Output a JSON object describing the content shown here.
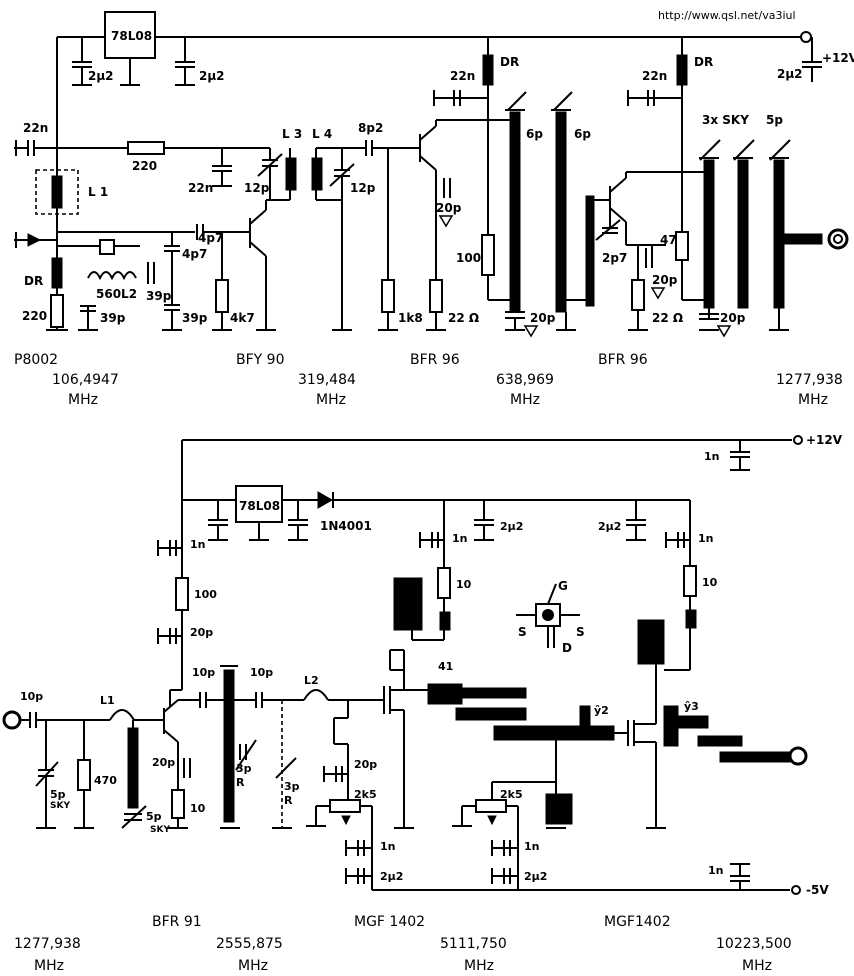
{
  "url": "http://www.qsl.net/va3iul",
  "supply": {
    "pos_top": "+12V",
    "pos_bottom": "+12V",
    "neg_bottom": "-5V"
  },
  "regulators": {
    "top": "78L08",
    "bottom": "78L08"
  },
  "diode": "1N4001",
  "gate_pinout": {
    "g": "G",
    "s_left": "S",
    "s_right": "S",
    "d": "D"
  },
  "devices_top": [
    {
      "name": "P8002",
      "freq": "106,4947",
      "unit": "MHz"
    },
    {
      "name": "BFY 90",
      "freq": "319,484",
      "unit": "MHz"
    },
    {
      "name": "BFR 96",
      "freq": "638,969",
      "unit": "MHz"
    },
    {
      "name": "BFR 96",
      "freq": "",
      "unit": ""
    },
    {
      "name": "",
      "freq": "1277,938",
      "unit": "MHz"
    }
  ],
  "devices_bottom": [
    {
      "name": "",
      "freq": "1277,938",
      "unit": "MHz"
    },
    {
      "name": "BFR 91",
      "freq": "2555,875",
      "unit": "MHz"
    },
    {
      "name": "MGF 1402",
      "freq": "5111,750",
      "unit": "MHz"
    },
    {
      "name": "MGF1402",
      "freq": "",
      "unit": ""
    },
    {
      "name": "",
      "freq": "10223,500",
      "unit": "MHz"
    }
  ],
  "labels_top": {
    "c_2u2_a": "2μ2",
    "c_2u2_b": "2μ2",
    "c_2u2_c": "2μ2",
    "c_22n_a": "22n",
    "c_22n_b": "22n",
    "c_22n_c": "22n",
    "c_22n_d": "22n",
    "r_220_a": "220",
    "r_220_b": "220",
    "c_12p_a": "12p",
    "c_12p_b": "12p",
    "l3": "L 3",
    "l4": "L 4",
    "l1": "L 1",
    "c_8p2": "8p2",
    "dr_a": "DR",
    "dr_b": "DR",
    "dr_c": "DR",
    "c_4p7_a": "4p7",
    "c_4p7_b": "4p7",
    "l_560": "560L2",
    "c_39p_a": "39p",
    "c_39p_b": "39p",
    "c_39p_c": "39p",
    "r_4k7": "4k7",
    "r_1k8": "1k8",
    "r_22_a": "22 Ω",
    "r_22_b": "22 Ω",
    "c_20p_a": "20p",
    "c_20p_b": "20p",
    "c_20p_c": "20p",
    "c_20p_d": "20p",
    "c_6p_a": "6p",
    "c_6p_b": "6p",
    "r_100": "100",
    "r_47": "47",
    "c_2p7": "2p7",
    "sky": "3x  SKY",
    "c_5p": "5p"
  },
  "labels_bottom": {
    "c_1n_a": "1n",
    "c_1n_b": "1n",
    "c_1n_c": "1n",
    "c_1n_d": "1n",
    "c_1n_e": "1n",
    "c_1n_f": "1n",
    "c_1n_g": "1n",
    "c_2u2_a": "2μ2",
    "c_2u2_b": "2μ2",
    "c_2u2_c": "2μ2",
    "c_2u2_d": "2μ2",
    "r_100": "100",
    "c_20p_a": "20p",
    "c_20p_b": "20p",
    "c_20p_c": "20p",
    "c_10p_a": "10p",
    "c_10p_b": "10p",
    "c_10p_c": "10p",
    "l1": "L1",
    "l2": "L2",
    "r_470": "470",
    "c_5p_a": "5p",
    "c_5p_b": "5p",
    "sky_a": "SKY",
    "sky_b": "SKY",
    "r_10_a": "10",
    "r_10_b": "10",
    "r_10_c": "10",
    "c_3p_a": "3p",
    "c_3p_b": "3p",
    "r_a": "R",
    "r_b": "R",
    "pot_a": "2k5",
    "pot_b": "2k5",
    "l_41": "41",
    "l_42": "ŷ2",
    "l_43": "ŷ3"
  }
}
